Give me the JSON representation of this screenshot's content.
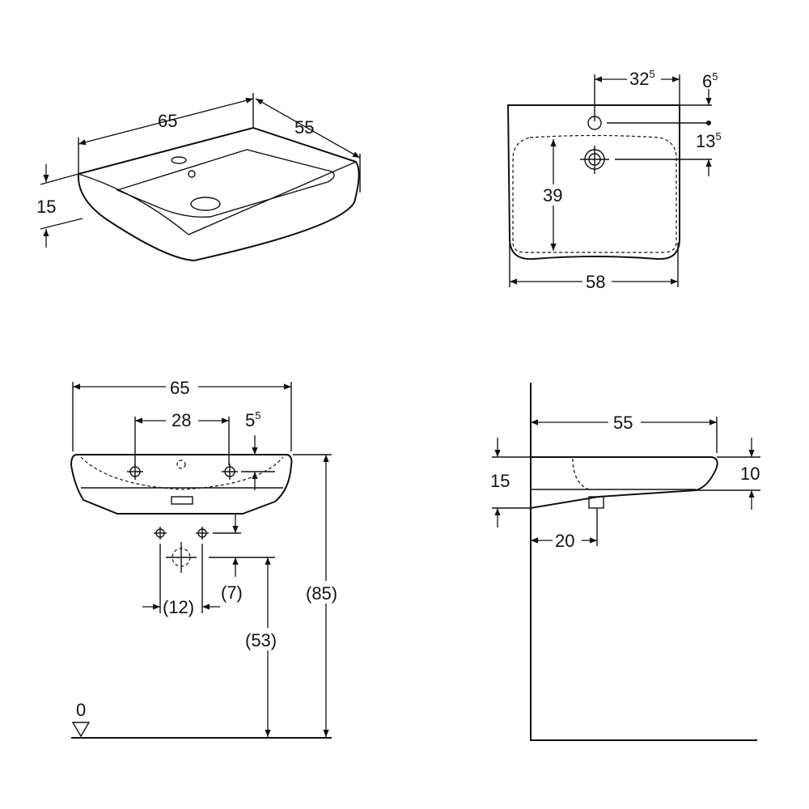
{
  "views": {
    "isometric": {
      "width": "65",
      "depth": "55",
      "height": "15"
    },
    "top": {
      "tap_offset": "32",
      "tap_offset_sup": "5",
      "rim_to_tap": "6",
      "rim_to_tap_sup": "5",
      "tap_to_drain": "13",
      "tap_to_drain_sup": "5",
      "basin_depth": "39",
      "width": "58"
    },
    "front": {
      "width": "65",
      "hole_spacing": "28",
      "hole_height": "5",
      "hole_height_sup": "5",
      "supply_spacing": "(12)",
      "supply_height": "(7)",
      "waste_height": "(53)",
      "rim_height": "(85)",
      "floor_level": "0"
    },
    "side": {
      "depth": "55",
      "height": "15",
      "rim_height": "10",
      "waste_offset": "20"
    }
  }
}
